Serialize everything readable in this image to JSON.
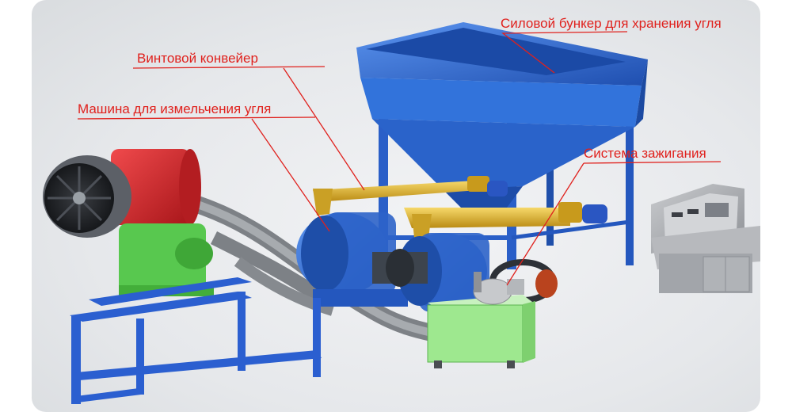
{
  "labels": {
    "hopper": "Силовой бункер для хранения угля",
    "screw_conveyor": "Винтовой конвейер",
    "crusher": "Машина для измельчения угля",
    "ignition": "Система зажигания"
  },
  "colors": {
    "callout_text": "#e0211d",
    "hopper_blue": "#2f6fd6",
    "frame_blue": "#2b5fd0",
    "crusher_blue": "#2c63c9",
    "conveyor_yellow": "#e7b92a",
    "burner_red": "#d8262a",
    "motor_green": "#58c84f",
    "tank_green": "#9ee88f",
    "hose_grey": "#8a8e92",
    "cabinet_grey": "#a9abaf"
  },
  "icons": [
    "burner-fan-icon",
    "hopper-icon",
    "control-cabinet-icon"
  ]
}
